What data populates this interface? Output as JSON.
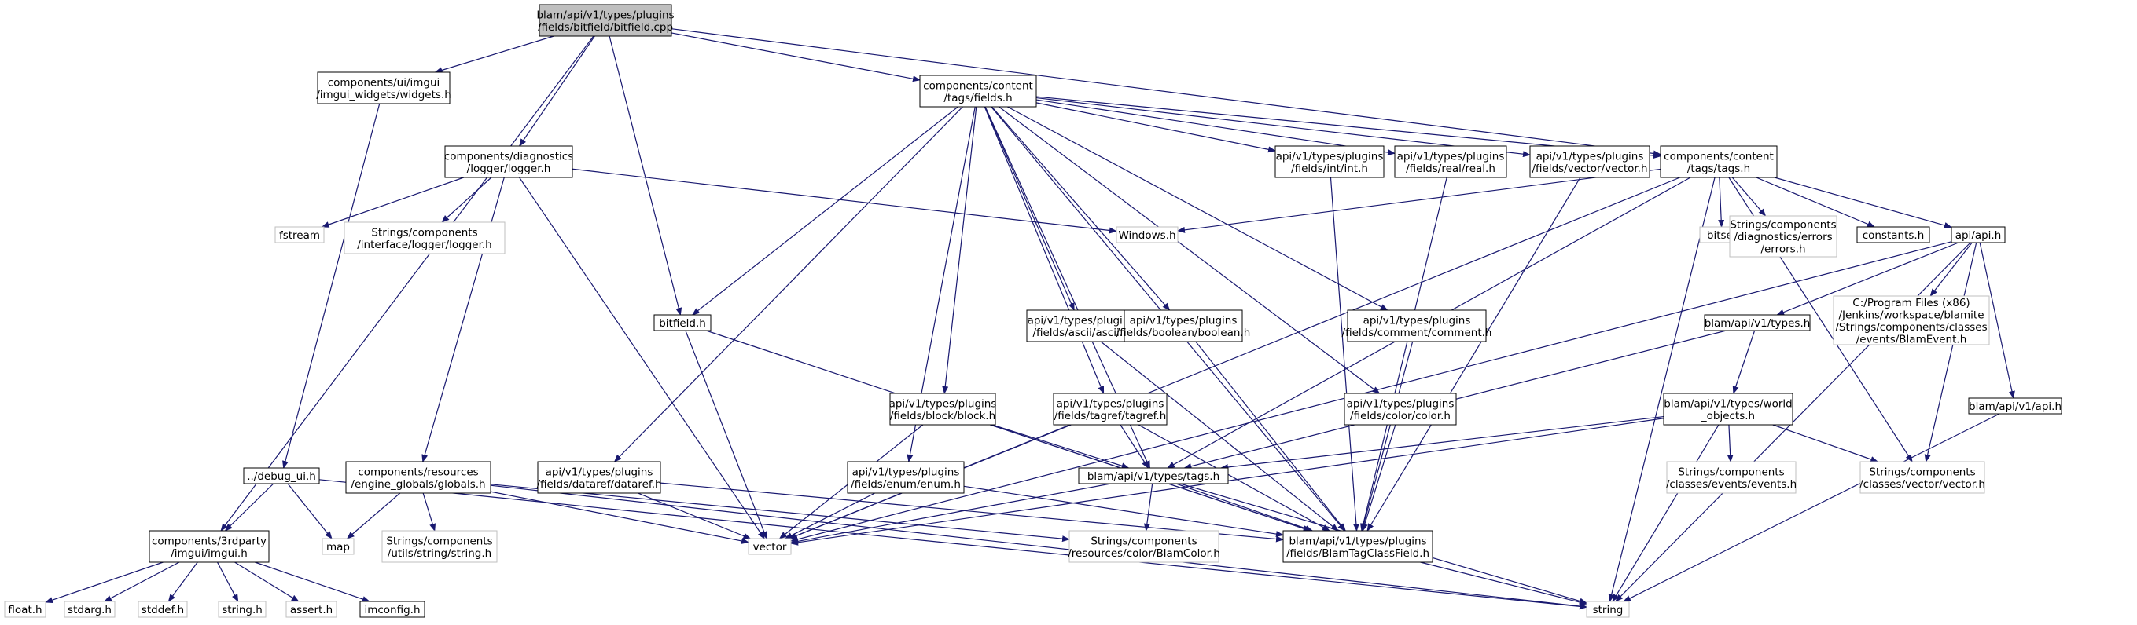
{
  "colors": {
    "edge": "#191970",
    "box_border": "#000000",
    "missing_border": "#bfbfbf",
    "root_fill": "#bfbfbf",
    "text": "#000000"
  },
  "nodes": {
    "root": {
      "lines": [
        "blam/api/v1/types/plugins",
        "/fields/bitfield/bitfield.cpp"
      ],
      "kind": "root"
    },
    "widgets": {
      "lines": [
        "components/ui/imgui",
        "/imgui_widgets/widgets.h"
      ],
      "kind": "file"
    },
    "fields": {
      "lines": [
        "components/content",
        "/tags/fields.h"
      ],
      "kind": "file"
    },
    "logger": {
      "lines": [
        "components/diagnostics",
        "/logger/logger.h"
      ],
      "kind": "file"
    },
    "bitfield_h": {
      "lines": [
        "bitfield.h"
      ],
      "kind": "file"
    },
    "int_h": {
      "lines": [
        "api/v1/types/plugins",
        "/fields/int/int.h"
      ],
      "kind": "file"
    },
    "real_h": {
      "lines": [
        "api/v1/types/plugins",
        "/fields/real/real.h"
      ],
      "kind": "file"
    },
    "vector_h": {
      "lines": [
        "api/v1/types/plugins",
        "/fields/vector/vector.h"
      ],
      "kind": "file"
    },
    "tags_content": {
      "lines": [
        "components/content",
        "/tags/tags.h"
      ],
      "kind": "file"
    },
    "fstream": {
      "lines": [
        "fstream"
      ],
      "kind": "missing"
    },
    "iface_logger": {
      "lines": [
        "Strings/components",
        "/interface/logger/logger.h"
      ],
      "kind": "missing"
    },
    "windows": {
      "lines": [
        "Windows.h"
      ],
      "kind": "missing"
    },
    "bitset": {
      "lines": [
        "bitset"
      ],
      "kind": "missing"
    },
    "diag_errors": {
      "lines": [
        "Strings/components",
        "/diagnostics/errors",
        "/errors.h"
      ],
      "kind": "missing"
    },
    "constants": {
      "lines": [
        "constants.h"
      ],
      "kind": "file"
    },
    "api_h": {
      "lines": [
        "api/api.h"
      ],
      "kind": "file"
    },
    "ascii_h": {
      "lines": [
        "api/v1/types/plugins",
        "/fields/ascii/ascii.h"
      ],
      "kind": "file"
    },
    "boolean_h": {
      "lines": [
        "api/v1/types/plugins",
        "/fields/boolean/boolean.h"
      ],
      "kind": "file"
    },
    "comment_h": {
      "lines": [
        "api/v1/types/plugins",
        "/fields/comment/comment.h"
      ],
      "kind": "file"
    },
    "types_h": {
      "lines": [
        "blam/api/v1/types.h"
      ],
      "kind": "file"
    },
    "blamevent": {
      "lines": [
        "C:/Program Files (x86)",
        "/Jenkins/workspace/blamite",
        "/Strings/components/classes",
        "/events/BlamEvent.h"
      ],
      "kind": "missing"
    },
    "block_h": {
      "lines": [
        "api/v1/types/plugins",
        "/fields/block/block.h"
      ],
      "kind": "file"
    },
    "tagref_h": {
      "lines": [
        "api/v1/types/plugins",
        "/fields/tagref/tagref.h"
      ],
      "kind": "file"
    },
    "color_h": {
      "lines": [
        "api/v1/types/plugins",
        "/fields/color/color.h"
      ],
      "kind": "file"
    },
    "world_objects": {
      "lines": [
        "blam/api/v1/types/world",
        "_objects.h"
      ],
      "kind": "file"
    },
    "blam_api_h": {
      "lines": [
        "blam/api/v1/api.h"
      ],
      "kind": "file"
    },
    "debug_ui": {
      "lines": [
        "../debug_ui.h"
      ],
      "kind": "file"
    },
    "globals": {
      "lines": [
        "components/resources",
        "/engine_globals/globals.h"
      ],
      "kind": "file"
    },
    "dataref_h": {
      "lines": [
        "api/v1/types/plugins",
        "/fields/dataref/dataref.h"
      ],
      "kind": "file"
    },
    "enum_h": {
      "lines": [
        "api/v1/types/plugins",
        "/fields/enum/enum.h"
      ],
      "kind": "file"
    },
    "types_tags": {
      "lines": [
        "blam/api/v1/types/tags.h"
      ],
      "kind": "file"
    },
    "events_h": {
      "lines": [
        "Strings/components",
        "/classes/events/events.h"
      ],
      "kind": "missing"
    },
    "vectorvector": {
      "lines": [
        "Strings/components",
        "/classes/vector/vector.h"
      ],
      "kind": "missing"
    },
    "imgui_h": {
      "lines": [
        "components/3rdparty",
        "/imgui/imgui.h"
      ],
      "kind": "file"
    },
    "map": {
      "lines": [
        "map"
      ],
      "kind": "missing"
    },
    "string_utils": {
      "lines": [
        "Strings/components",
        "/utils/string/string.h"
      ],
      "kind": "missing"
    },
    "vector": {
      "lines": [
        "vector"
      ],
      "kind": "missing"
    },
    "blamcolor": {
      "lines": [
        "Strings/components",
        "/resources/color/BlamColor.h"
      ],
      "kind": "missing"
    },
    "blamtagclassfield": {
      "lines": [
        "blam/api/v1/types/plugins",
        "/fields/BlamTagClassField.h"
      ],
      "kind": "file"
    },
    "float_h": {
      "lines": [
        "float.h"
      ],
      "kind": "missing"
    },
    "stdarg_h": {
      "lines": [
        "stdarg.h"
      ],
      "kind": "missing"
    },
    "stddef_h": {
      "lines": [
        "stddef.h"
      ],
      "kind": "missing"
    },
    "string_h": {
      "lines": [
        "string.h"
      ],
      "kind": "missing"
    },
    "assert_h": {
      "lines": [
        "assert.h"
      ],
      "kind": "missing"
    },
    "imconfig_h": {
      "lines": [
        "imconfig.h"
      ],
      "kind": "file"
    },
    "string": {
      "lines": [
        "string"
      ],
      "kind": "missing"
    }
  },
  "edges": [
    [
      "root",
      "imgui_h"
    ],
    [
      "root",
      "widgets"
    ],
    [
      "root",
      "logger"
    ],
    [
      "root",
      "bitfield_h"
    ],
    [
      "root",
      "fields"
    ],
    [
      "root",
      "tags_content"
    ],
    [
      "widgets",
      "debug_ui"
    ],
    [
      "fields",
      "bitfield_h"
    ],
    [
      "fields",
      "dataref_h"
    ],
    [
      "fields",
      "enum_h"
    ],
    [
      "fields",
      "block_h"
    ],
    [
      "fields",
      "tagref_h"
    ],
    [
      "fields",
      "types_tags"
    ],
    [
      "fields",
      "blamtagclassfield"
    ],
    [
      "fields",
      "ascii_h"
    ],
    [
      "fields",
      "boolean_h"
    ],
    [
      "fields",
      "color_h"
    ],
    [
      "fields",
      "comment_h"
    ],
    [
      "fields",
      "int_h"
    ],
    [
      "fields",
      "real_h"
    ],
    [
      "fields",
      "vector_h"
    ],
    [
      "fields",
      "tags_content"
    ],
    [
      "logger",
      "fstream"
    ],
    [
      "logger",
      "iface_logger"
    ],
    [
      "logger",
      "windows"
    ],
    [
      "logger",
      "globals"
    ],
    [
      "logger",
      "vector"
    ],
    [
      "bitfield_h",
      "vector"
    ],
    [
      "bitfield_h",
      "blamtagclassfield"
    ],
    [
      "int_h",
      "blamtagclassfield"
    ],
    [
      "real_h",
      "blamtagclassfield"
    ],
    [
      "vector_h",
      "blamtagclassfield"
    ],
    [
      "tags_content",
      "windows"
    ],
    [
      "tags_content",
      "vector"
    ],
    [
      "tags_content",
      "types_tags"
    ],
    [
      "tags_content",
      "bitset"
    ],
    [
      "tags_content",
      "diag_errors"
    ],
    [
      "tags_content",
      "constants"
    ],
    [
      "tags_content",
      "api_h"
    ],
    [
      "tags_content",
      "vectorvector"
    ],
    [
      "tags_content",
      "string"
    ],
    [
      "api_h",
      "vector"
    ],
    [
      "api_h",
      "types_h"
    ],
    [
      "api_h",
      "blamevent"
    ],
    [
      "api_h",
      "vectorvector"
    ],
    [
      "api_h",
      "blam_api_h"
    ],
    [
      "api_h",
      "string"
    ],
    [
      "ascii_h",
      "blamtagclassfield"
    ],
    [
      "boolean_h",
      "blamtagclassfield"
    ],
    [
      "comment_h",
      "blamtagclassfield"
    ],
    [
      "types_h",
      "types_tags"
    ],
    [
      "types_h",
      "world_objects"
    ],
    [
      "block_h",
      "vector"
    ],
    [
      "block_h",
      "types_tags"
    ],
    [
      "block_h",
      "blamtagclassfield"
    ],
    [
      "tagref_h",
      "vector"
    ],
    [
      "tagref_h",
      "types_tags"
    ],
    [
      "tagref_h",
      "blamtagclassfield"
    ],
    [
      "color_h",
      "blamtagclassfield"
    ],
    [
      "world_objects",
      "types_tags"
    ],
    [
      "world_objects",
      "vector"
    ],
    [
      "world_objects",
      "events_h"
    ],
    [
      "world_objects",
      "vectorvector"
    ],
    [
      "world_objects",
      "string"
    ],
    [
      "blam_api_h",
      "string"
    ],
    [
      "debug_ui",
      "imgui_h"
    ],
    [
      "debug_ui",
      "map"
    ],
    [
      "debug_ui",
      "string"
    ],
    [
      "globals",
      "map"
    ],
    [
      "globals",
      "string_utils"
    ],
    [
      "globals",
      "vector"
    ],
    [
      "globals",
      "blamcolor"
    ],
    [
      "globals",
      "string"
    ],
    [
      "dataref_h",
      "vector"
    ],
    [
      "dataref_h",
      "blamtagclassfield"
    ],
    [
      "enum_h",
      "vector"
    ],
    [
      "enum_h",
      "blamtagclassfield"
    ],
    [
      "types_tags",
      "vector"
    ],
    [
      "types_tags",
      "blamcolor"
    ],
    [
      "types_tags",
      "blamtagclassfield"
    ],
    [
      "types_tags",
      "string"
    ],
    [
      "imgui_h",
      "float_h"
    ],
    [
      "imgui_h",
      "stdarg_h"
    ],
    [
      "imgui_h",
      "stddef_h"
    ],
    [
      "imgui_h",
      "string_h"
    ],
    [
      "imgui_h",
      "assert_h"
    ],
    [
      "imgui_h",
      "imconfig_h"
    ],
    [
      "blamtagclassfield",
      "string"
    ]
  ]
}
